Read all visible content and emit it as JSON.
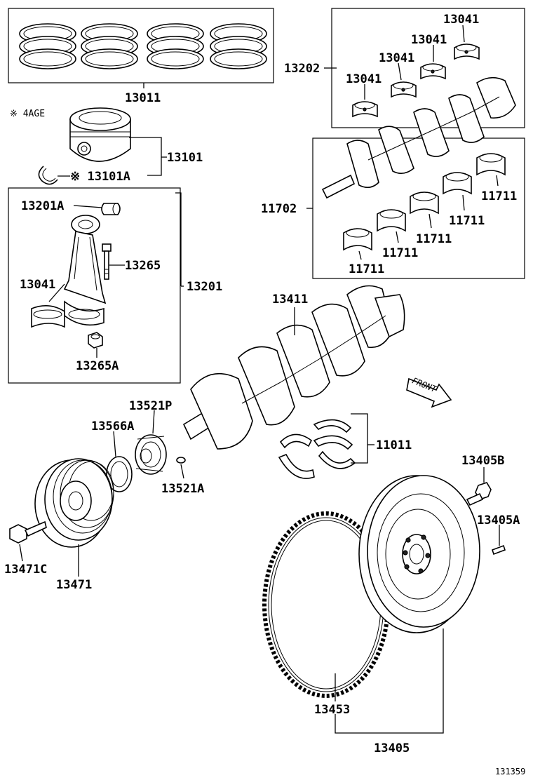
{
  "note_4age": "※ 4AGE",
  "front_label": "FRONT",
  "ref_code": "131359",
  "parts": {
    "piston_ring_set": "13011",
    "piston": "13101",
    "piston_pin_clip": "※ 13101A",
    "conrod_assy": "13201",
    "conrod_bushing": "13201A",
    "conrod_bolt": "13265",
    "conrod_nut": "13265A",
    "conrod_bearing_left": "13041",
    "bearing_set": "13202",
    "bearing_1": "13041",
    "bearing_2": "13041",
    "bearing_3": "13041",
    "bearing_4": "13041",
    "main_bearing_set": "11702",
    "main_bearing_1": "11711",
    "main_bearing_2": "11711",
    "main_bearing_3": "11711",
    "main_bearing_4": "11711",
    "main_bearing_5": "11711",
    "crankshaft": "13411",
    "thrust_washer": "11011",
    "timing_pulley": "13521P",
    "timing_key": "13521A",
    "oil_seal_ring": "13566A",
    "crank_pulley": "13471",
    "crank_pulley_bolt": "13471C",
    "flywheel_bolt": "13405B",
    "flywheel_pin": "13405A",
    "ring_gear": "13453",
    "flywheel": "13405"
  }
}
